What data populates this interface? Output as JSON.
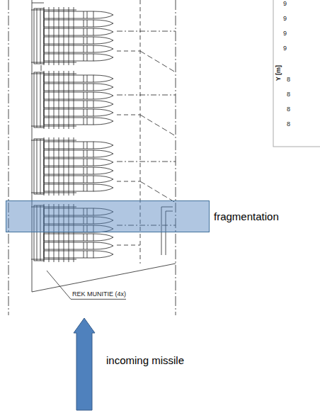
{
  "diagram": {
    "nodes": [
      {
        "text": [
          "fragmentation"
        ]
      },
      {
        "text": [
          "incoming missile"
        ]
      }
    ],
    "labels": [
      "9",
      "9",
      "9",
      "9",
      "Y [m]",
      "8",
      "8",
      "8",
      "8",
      "REK MUNITIE (4x)"
    ]
  }
}
